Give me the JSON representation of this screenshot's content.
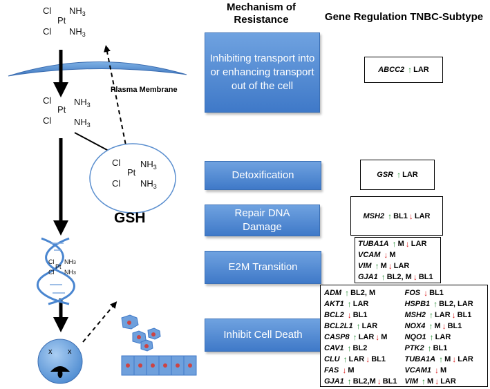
{
  "headers": {
    "mechanism": "Mechanism of Resistance",
    "gene_regulation": "Gene Regulation TNBC-Subtype"
  },
  "labels": {
    "plasma_membrane": "Plasma Membrane",
    "gsh": "GSH"
  },
  "cisplatin": {
    "cl": "Cl",
    "pt": "Pt",
    "nh": "NH",
    "sub": "3"
  },
  "mechanisms": [
    "Inhibiting transport into or enhancing transport out of the cell",
    "Detoxification",
    "Repair DNA Damage",
    "E2M Transition",
    "Inhibit Cell Death"
  ],
  "gene_boxes": {
    "transport": [
      [
        {
          "t": "gene",
          "v": "ABCC2"
        },
        {
          "t": "up"
        },
        {
          "t": "txt",
          "v": "LAR"
        }
      ]
    ],
    "detox": [
      [
        {
          "t": "gene",
          "v": "GSR"
        },
        {
          "t": "up"
        },
        {
          "t": "txt",
          "v": "LAR"
        }
      ]
    ],
    "repair": [
      [
        {
          "t": "gene",
          "v": "MSH2"
        },
        {
          "t": "up"
        },
        {
          "t": "txt",
          "v": "BL1"
        },
        {
          "t": "dn"
        },
        {
          "t": "txt",
          "v": "LAR"
        }
      ]
    ],
    "e2m": [
      [
        {
          "t": "gene",
          "v": "TUBA1A"
        },
        {
          "t": "up"
        },
        {
          "t": "txt",
          "v": "M"
        },
        {
          "t": "dn"
        },
        {
          "t": "txt",
          "v": "LAR"
        }
      ],
      [
        {
          "t": "gene",
          "v": "VCAM"
        },
        {
          "t": "dn"
        },
        {
          "t": "txt",
          "v": "M"
        }
      ],
      [
        {
          "t": "gene",
          "v": "VIM"
        },
        {
          "t": "up"
        },
        {
          "t": "txt",
          "v": "M"
        },
        {
          "t": "dn"
        },
        {
          "t": "txt",
          "v": "LAR"
        }
      ],
      [
        {
          "t": "gene",
          "v": "GJA1"
        },
        {
          "t": "up"
        },
        {
          "t": "txt",
          "v": "BL2, M"
        },
        {
          "t": "dn"
        },
        {
          "t": "txt",
          "v": "BL1"
        }
      ]
    ],
    "death_left": [
      [
        {
          "t": "gene",
          "v": "ADM"
        },
        {
          "t": "up"
        },
        {
          "t": "txt",
          "v": "BL2, M"
        }
      ],
      [
        {
          "t": "gene",
          "v": "AKT1"
        },
        {
          "t": "up"
        },
        {
          "t": "txt",
          "v": "LAR"
        }
      ],
      [
        {
          "t": "gene",
          "v": "BCL2"
        },
        {
          "t": "dn"
        },
        {
          "t": "txt",
          "v": "BL1"
        }
      ],
      [
        {
          "t": "gene",
          "v": "BCL2L1"
        },
        {
          "t": "up"
        },
        {
          "t": "txt",
          "v": "LAR"
        }
      ],
      [
        {
          "t": "gene",
          "v": "CASP8"
        },
        {
          "t": "up"
        },
        {
          "t": "txt",
          "v": "LAR"
        },
        {
          "t": "dn"
        },
        {
          "t": "txt",
          "v": "M"
        }
      ],
      [
        {
          "t": "gene",
          "v": "CAV1"
        },
        {
          "t": "up"
        },
        {
          "t": "txt",
          "v": "BL2"
        }
      ],
      [
        {
          "t": "gene",
          "v": "CLU"
        },
        {
          "t": "up"
        },
        {
          "t": "txt",
          "v": "LAR"
        },
        {
          "t": "dn"
        },
        {
          "t": "txt",
          "v": "BL1"
        }
      ],
      [
        {
          "t": "gene",
          "v": "FAS"
        },
        {
          "t": "dn"
        },
        {
          "t": "txt",
          "v": "M"
        }
      ],
      [
        {
          "t": "gene",
          "v": "GJA1"
        },
        {
          "t": "up"
        },
        {
          "t": "txt",
          "v": "BL2,M"
        },
        {
          "t": "dn"
        },
        {
          "t": "txt",
          "v": "BL1"
        }
      ]
    ],
    "death_right": [
      [
        {
          "t": "gene",
          "v": "FOS"
        },
        {
          "t": "dn"
        },
        {
          "t": "txt",
          "v": "BL1"
        }
      ],
      [
        {
          "t": "gene",
          "v": "HSPB1"
        },
        {
          "t": "up"
        },
        {
          "t": "txt",
          "v": "BL2, LAR"
        }
      ],
      [
        {
          "t": "gene",
          "v": "MSH2"
        },
        {
          "t": "up"
        },
        {
          "t": "txt",
          "v": "LAR"
        },
        {
          "t": "dn"
        },
        {
          "t": "txt",
          "v": "BL1"
        }
      ],
      [
        {
          "t": "gene",
          "v": "NOX4"
        },
        {
          "t": "up"
        },
        {
          "t": "txt",
          "v": "M"
        },
        {
          "t": "dn"
        },
        {
          "t": "txt",
          "v": "BL1"
        }
      ],
      [
        {
          "t": "gene",
          "v": "NQO1"
        },
        {
          "t": "up"
        },
        {
          "t": "txt",
          "v": "LAR"
        }
      ],
      [
        {
          "t": "gene",
          "v": "PTK2"
        },
        {
          "t": "up"
        },
        {
          "t": "txt",
          "v": "BL1"
        }
      ],
      [
        {
          "t": "gene",
          "v": "TUBA1A"
        },
        {
          "t": "up"
        },
        {
          "t": "txt",
          "v": "M"
        },
        {
          "t": "dn"
        },
        {
          "t": "txt",
          "v": "LAR"
        }
      ],
      [
        {
          "t": "gene",
          "v": "VCAM1"
        },
        {
          "t": "dn"
        },
        {
          "t": "txt",
          "v": "M"
        }
      ],
      [
        {
          "t": "gene",
          "v": "VIM"
        },
        {
          "t": "up"
        },
        {
          "t": "txt",
          "v": "M"
        },
        {
          "t": "dn"
        },
        {
          "t": "txt",
          "v": "LAR"
        }
      ]
    ]
  },
  "colors": {
    "up_arrow": "#1e8a2e",
    "down_arrow": "#d81e1e",
    "mechanism_box": "#4a86d0"
  }
}
